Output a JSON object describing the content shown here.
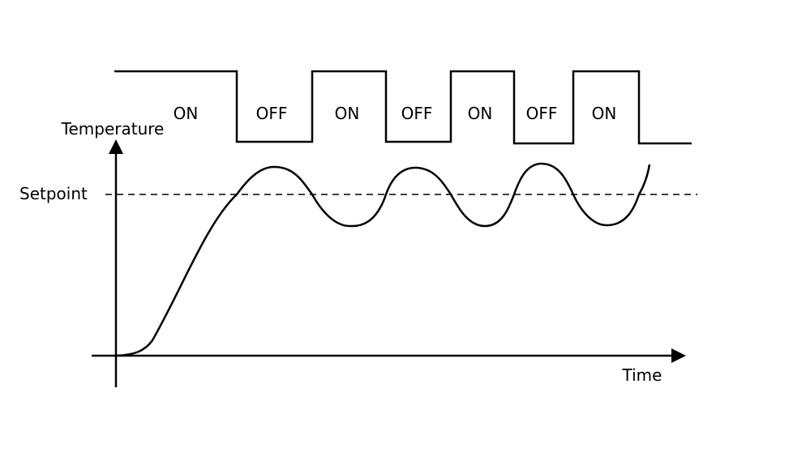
{
  "diagram": {
    "axis_labels": {
      "y": "Temperature",
      "x": "Time",
      "setpoint": "Setpoint"
    },
    "states": [
      "ON",
      "OFF",
      "ON",
      "OFF",
      "ON",
      "OFF",
      "ON"
    ],
    "colors": {
      "line": "#000000",
      "background": "#ffffff"
    }
  }
}
